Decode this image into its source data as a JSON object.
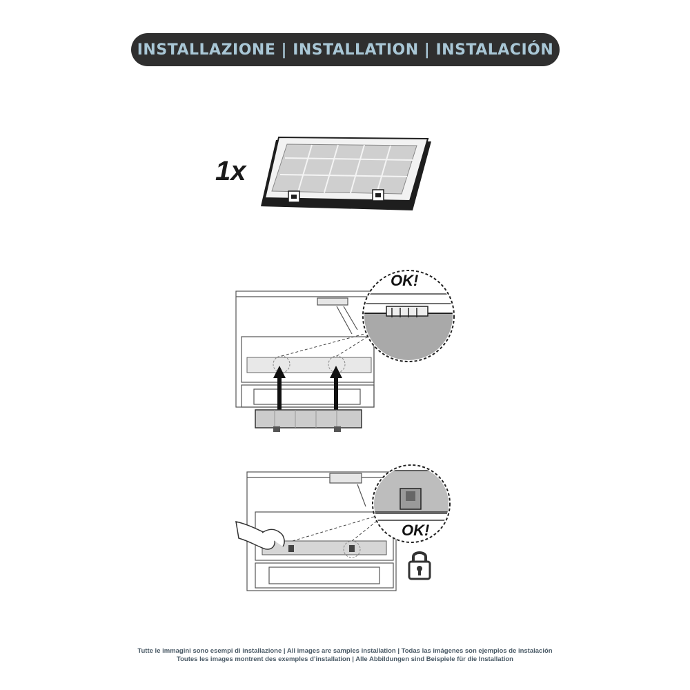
{
  "header": {
    "title": "INSTALLAZIONE | INSTALLATION | INSTALACIÓN"
  },
  "step1": {
    "quantity": "1x",
    "part_icon": "charcoal-filter-panel"
  },
  "step2": {
    "callout_text": "OK!",
    "arrow_icon": "arrow-up-icon"
  },
  "step3": {
    "callout_text": "OK!",
    "lock_icon": "padlock-icon"
  },
  "footer": {
    "line1": "Tutte le immagini sono esempi di installazione | All images are samples installation | Todas las imágenes son ejemplos de instalación",
    "line2": "Toutes les images montrent des exemples d’installation | Alle Abbildungen sind Beispiele für die Installation"
  },
  "colors": {
    "header_bg": "#2f2f2f",
    "header_text": "#a9c7d6",
    "filter_gray": "#c8c8c8",
    "footer_text": "#4a5a66"
  }
}
